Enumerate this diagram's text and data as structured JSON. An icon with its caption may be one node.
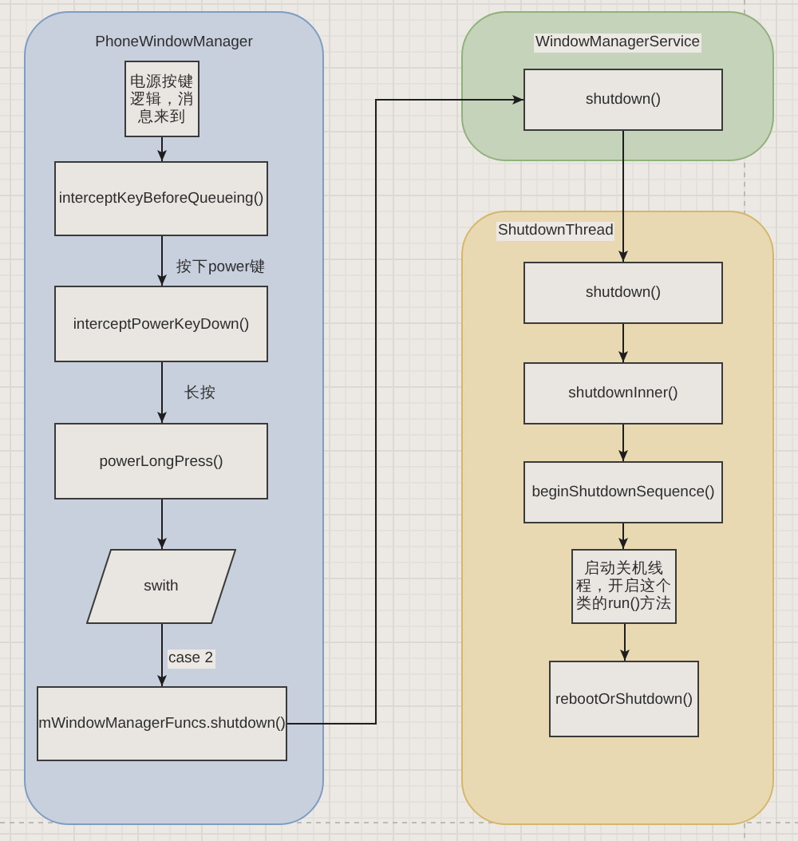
{
  "diagram": {
    "nodes": [
      {
        "text": [
          "PhoneWindowManager"
        ]
      },
      {
        "text": [
          "电源按键逻辑，消息来到"
        ],
        "in": 0
      },
      {
        "text": [
          "interceptKeyBeforeQueueing()"
        ],
        "in": 0
      },
      {
        "text": [
          "interceptPowerKeyDown()"
        ],
        "in": 0
      },
      {
        "text": [
          "powerLongPress()"
        ],
        "in": 0
      },
      {
        "text": [
          "swith"
        ],
        "in": 0
      },
      {
        "text": [
          "mWindowManagerFuncs.shutdown()"
        ],
        "in": 0
      },
      {
        "text": [
          "WindowManagerService"
        ]
      },
      {
        "text": [
          "shutdown()"
        ],
        "in": 7
      },
      {
        "text": [
          "ShutdownThread"
        ]
      },
      {
        "text": [
          "shutdown()"
        ],
        "in": 9
      },
      {
        "text": [
          "shutdownInner()"
        ],
        "in": 9
      },
      {
        "text": [
          "beginShutdownSequence()"
        ],
        "in": 9
      },
      {
        "text": [
          "启动关机线程，开启这个类的run()方法"
        ],
        "in": 9
      },
      {
        "text": [
          "rebootOrShutdown()"
        ],
        "in": 9
      }
    ],
    "edges": [
      {
        "from": 1,
        "to": 2,
        "arrow": "to"
      },
      {
        "from": 2,
        "to": 3,
        "arrow": "to",
        "label": "按下power键"
      },
      {
        "from": 3,
        "to": 4,
        "arrow": "to",
        "label": "长按"
      },
      {
        "from": 4,
        "to": 5,
        "arrow": "to"
      },
      {
        "from": 5,
        "to": 6,
        "arrow": "to",
        "label": "case 2"
      },
      {
        "from": 6,
        "to": 8,
        "arrow": "to"
      },
      {
        "from": 8,
        "to": 10,
        "arrow": "to"
      },
      {
        "from": 10,
        "to": 11,
        "arrow": "to"
      },
      {
        "from": 11,
        "to": 12,
        "arrow": "to"
      },
      {
        "from": 12,
        "to": 13,
        "arrow": "to"
      },
      {
        "from": 13,
        "to": 14,
        "arrow": "to"
      }
    ]
  }
}
